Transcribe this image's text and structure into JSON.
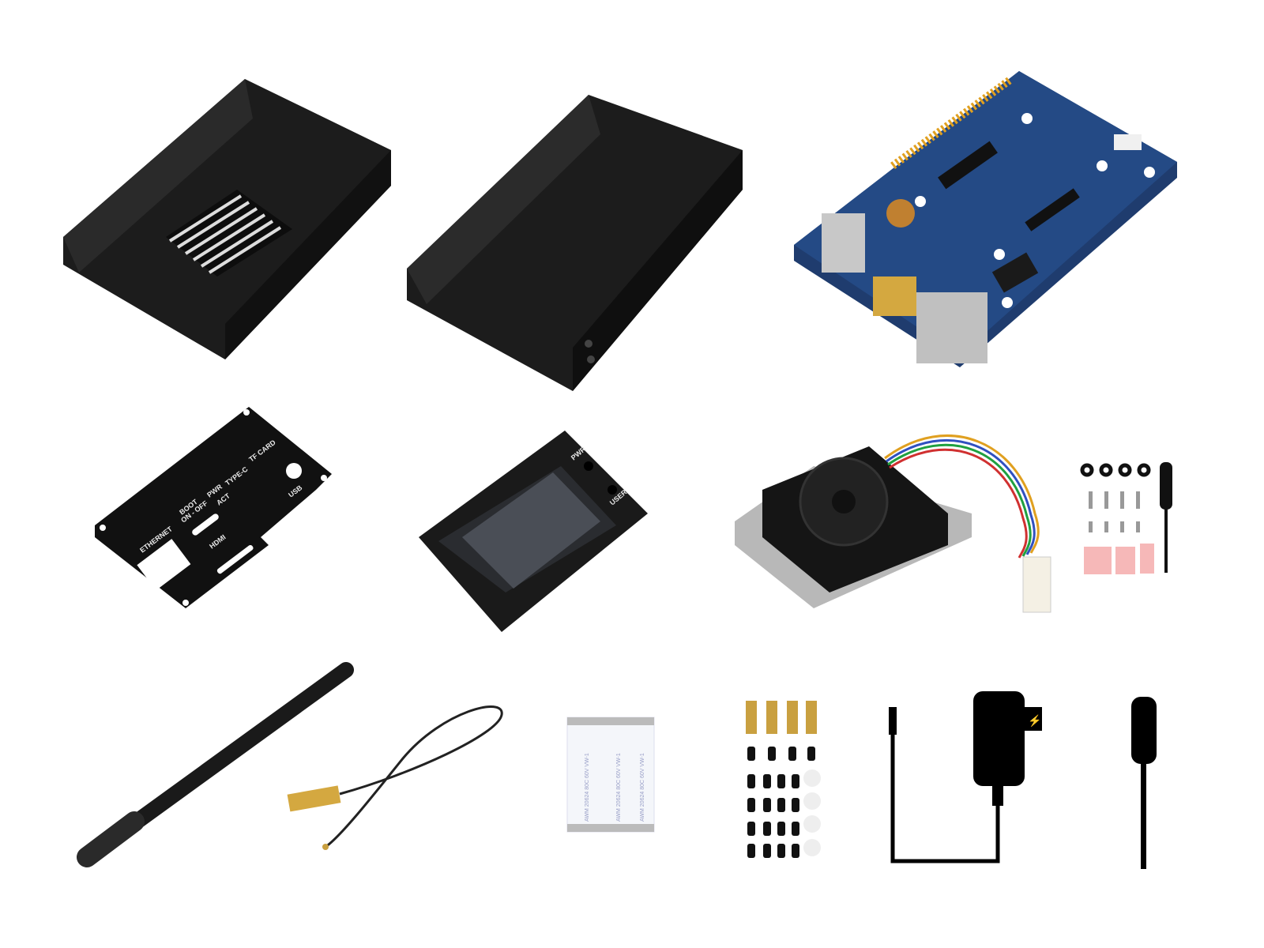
{
  "scene": {
    "background": "#ffffff",
    "items": [
      "aluminium-case-bottom-vented",
      "aluminium-case-top",
      "carrier-board",
      "front-panel-plate",
      "lcd-display-module",
      "cooling-fan",
      "screw-kit-small",
      "screwdriver-small",
      "wifi-antenna",
      "antenna-pigtail-cable",
      "ffc-ribbon-cable",
      "standoff-screw-kit",
      "power-adapter",
      "screwdriver-large"
    ]
  },
  "panel_plate": {
    "labels": [
      "ETHERNET",
      "BOOT",
      "ON - OFF",
      "PWR",
      "ACT",
      "TYPE-C",
      "TF CARD",
      "USB",
      "HDMI"
    ]
  },
  "lcd_module": {
    "labels": [
      "PWR",
      "USER"
    ]
  },
  "ffc_cable": {
    "print": "AWM 20624 80C 60V VW-1"
  },
  "colors": {
    "metal_black": "#1a1a1a",
    "pcb_blue": "#1f3c6e",
    "fan_wire_colors": [
      "#e0a020",
      "#3050c0",
      "#20a040",
      "#d03030"
    ],
    "thermal_pad": "#f6b8b8",
    "brass": "#c9a040"
  }
}
